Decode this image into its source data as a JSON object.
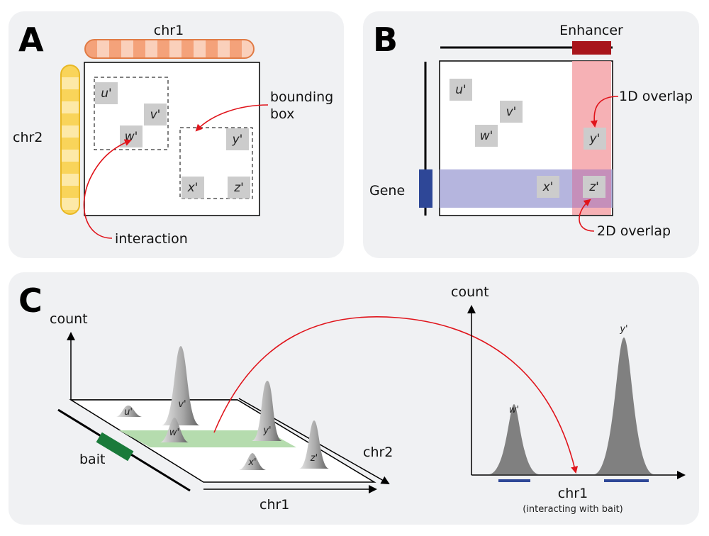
{
  "panels": {
    "a": {
      "letter": "A",
      "chr1": "chr1",
      "chr2": "chr2",
      "bounding_box": [
        "bounding",
        "box"
      ],
      "interaction": "interaction",
      "points": [
        "u'",
        "v'",
        "w'",
        "x'",
        "y'",
        "z'"
      ]
    },
    "b": {
      "letter": "B",
      "enhancer": "Enhancer",
      "gene": "Gene",
      "overlap_1d": "1D overlap",
      "overlap_2d": "2D overlap",
      "points": [
        "u'",
        "v'",
        "w'",
        "x'",
        "y'",
        "z'"
      ]
    },
    "c": {
      "letter": "C",
      "count_left": "count",
      "count_right": "count",
      "bait": "bait",
      "chr1": "chr1",
      "chr2": "chr2",
      "chr1_right": "chr1",
      "subtitle": "(interacting with bait)",
      "peaks_3d": [
        "u'",
        "v'",
        "w'",
        "y'",
        "x'",
        "z'"
      ],
      "peaks_1d": [
        "w'",
        "y'"
      ]
    }
  },
  "colors": {
    "panel_bg": "#f0f1f3",
    "chr1": "#f4a27a",
    "chr2": "#f9d45a",
    "enhancer": "#a8151b",
    "gene": "#2e4797",
    "enh_band": "#f4a3a8",
    "gene_band": "#a8a8d8",
    "bait": "#1a7a3a",
    "bait_band": "#b5dcae",
    "arrow": "#e0141b",
    "peak": "#808080"
  }
}
